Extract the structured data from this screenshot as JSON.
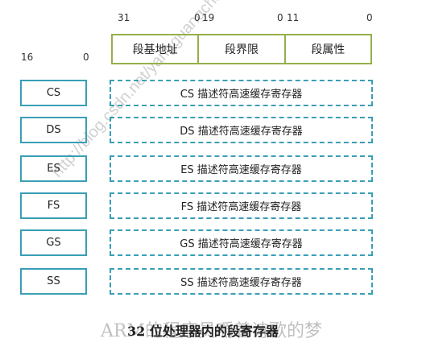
{
  "bits_top": [
    "31",
    "0",
    "19",
    "0",
    "11",
    "0"
  ],
  "bits_left": [
    "16",
    "0"
  ],
  "seg_attrs": [
    "段基地址",
    "段界限",
    "段属性"
  ],
  "registers": [
    {
      "name": "CS",
      "cache": "CS 描述符高速缓存寄存器"
    },
    {
      "name": "DS",
      "cache": "DS 描述符高速缓存寄存器"
    },
    {
      "name": "ES",
      "cache": "ES 描述符高速缓存寄存器"
    },
    {
      "name": "FS",
      "cache": "FS 描述符高速缓存寄存器"
    },
    {
      "name": "GS",
      "cache": "GS 描述符高速缓存寄存器"
    },
    {
      "name": "SS",
      "cache": "SS 描述符高速缓存寄存器"
    }
  ],
  "caption": "32 位处理器内的段寄存器",
  "watermark_diagonal": "http://blog.csdn.net/yangguangchar",
  "watermark_bottom": "ARM的程序员嚼着诗歌的梦",
  "colors": {
    "reg_border": "#3a9fb6",
    "attr_border": "#94b04a"
  }
}
